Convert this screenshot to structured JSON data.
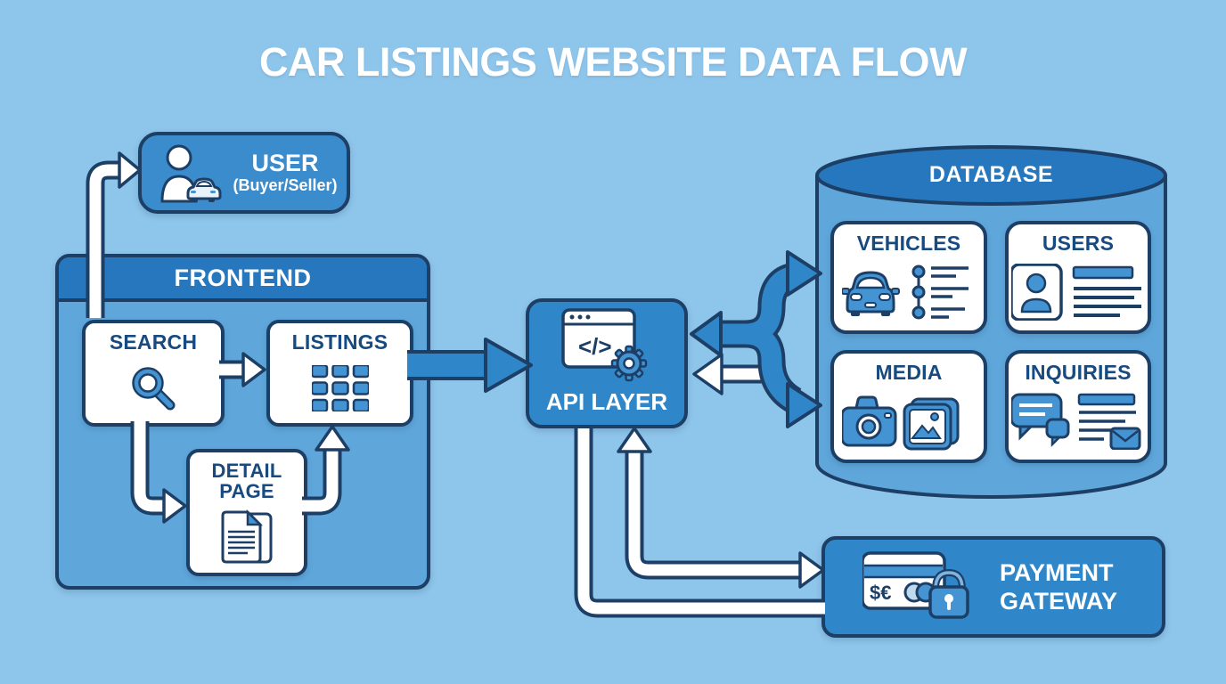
{
  "title": "CAR LISTINGS WEBSITE DATA FLOW",
  "user": {
    "label": "USER",
    "sublabel": "(Buyer/Seller)",
    "icon": "person-with-car-icon"
  },
  "frontend": {
    "header": "FRONTEND",
    "boxes": [
      {
        "label": "SEARCH",
        "icon": "magnifier-icon"
      },
      {
        "label": "LISTINGS",
        "icon": "grid-icon"
      },
      {
        "label": "DETAIL PAGE",
        "icon": "documents-icon"
      }
    ]
  },
  "api": {
    "label": "API LAYER",
    "icon": "code-window-gear-icon",
    "icon_glyph": "</>"
  },
  "database": {
    "header": "DATABASE",
    "tables": [
      {
        "label": "VEHICLES",
        "icon": "car-list-icon"
      },
      {
        "label": "USERS",
        "icon": "id-card-icon"
      },
      {
        "label": "MEDIA",
        "icon": "camera-photos-icon"
      },
      {
        "label": "INQUIRIES",
        "icon": "chat-mail-icon"
      }
    ]
  },
  "payment": {
    "label": "PAYMENT GATEWAY",
    "icon": "credit-card-lock-icon",
    "card_symbols": "$€"
  },
  "arrows": [
    {
      "from": "search",
      "to": "user",
      "style": "white-elbow"
    },
    {
      "from": "search",
      "to": "listings",
      "style": "white-straight"
    },
    {
      "from": "search",
      "to": "detail-page",
      "style": "white-elbow"
    },
    {
      "from": "detail-page",
      "to": "listings",
      "style": "white-elbow"
    },
    {
      "from": "listings",
      "to": "api-layer",
      "style": "blue-thick"
    },
    {
      "from": "api-layer",
      "to": "database-vehicles-and-media",
      "style": "blue-fork-with-return-head"
    },
    {
      "from": "database",
      "to": "api-layer",
      "style": "white-straight"
    },
    {
      "from": "api-layer",
      "to": "payment-gateway",
      "style": "white-elbow-bidirectional"
    },
    {
      "from": "api-layer",
      "to": "payment-gateway",
      "style": "white-elbow-line"
    }
  ],
  "colors": {
    "background": "#8ec5ea",
    "outline_navy": "#1d3f66",
    "solid_blue": "#2f86c8",
    "user_blue": "#3b8ccd",
    "header_blue": "#2677bd",
    "panel_blue": "#5fa7db",
    "icon_blue": "#4493d3",
    "label_navy": "#174a80",
    "white": "#ffffff"
  }
}
